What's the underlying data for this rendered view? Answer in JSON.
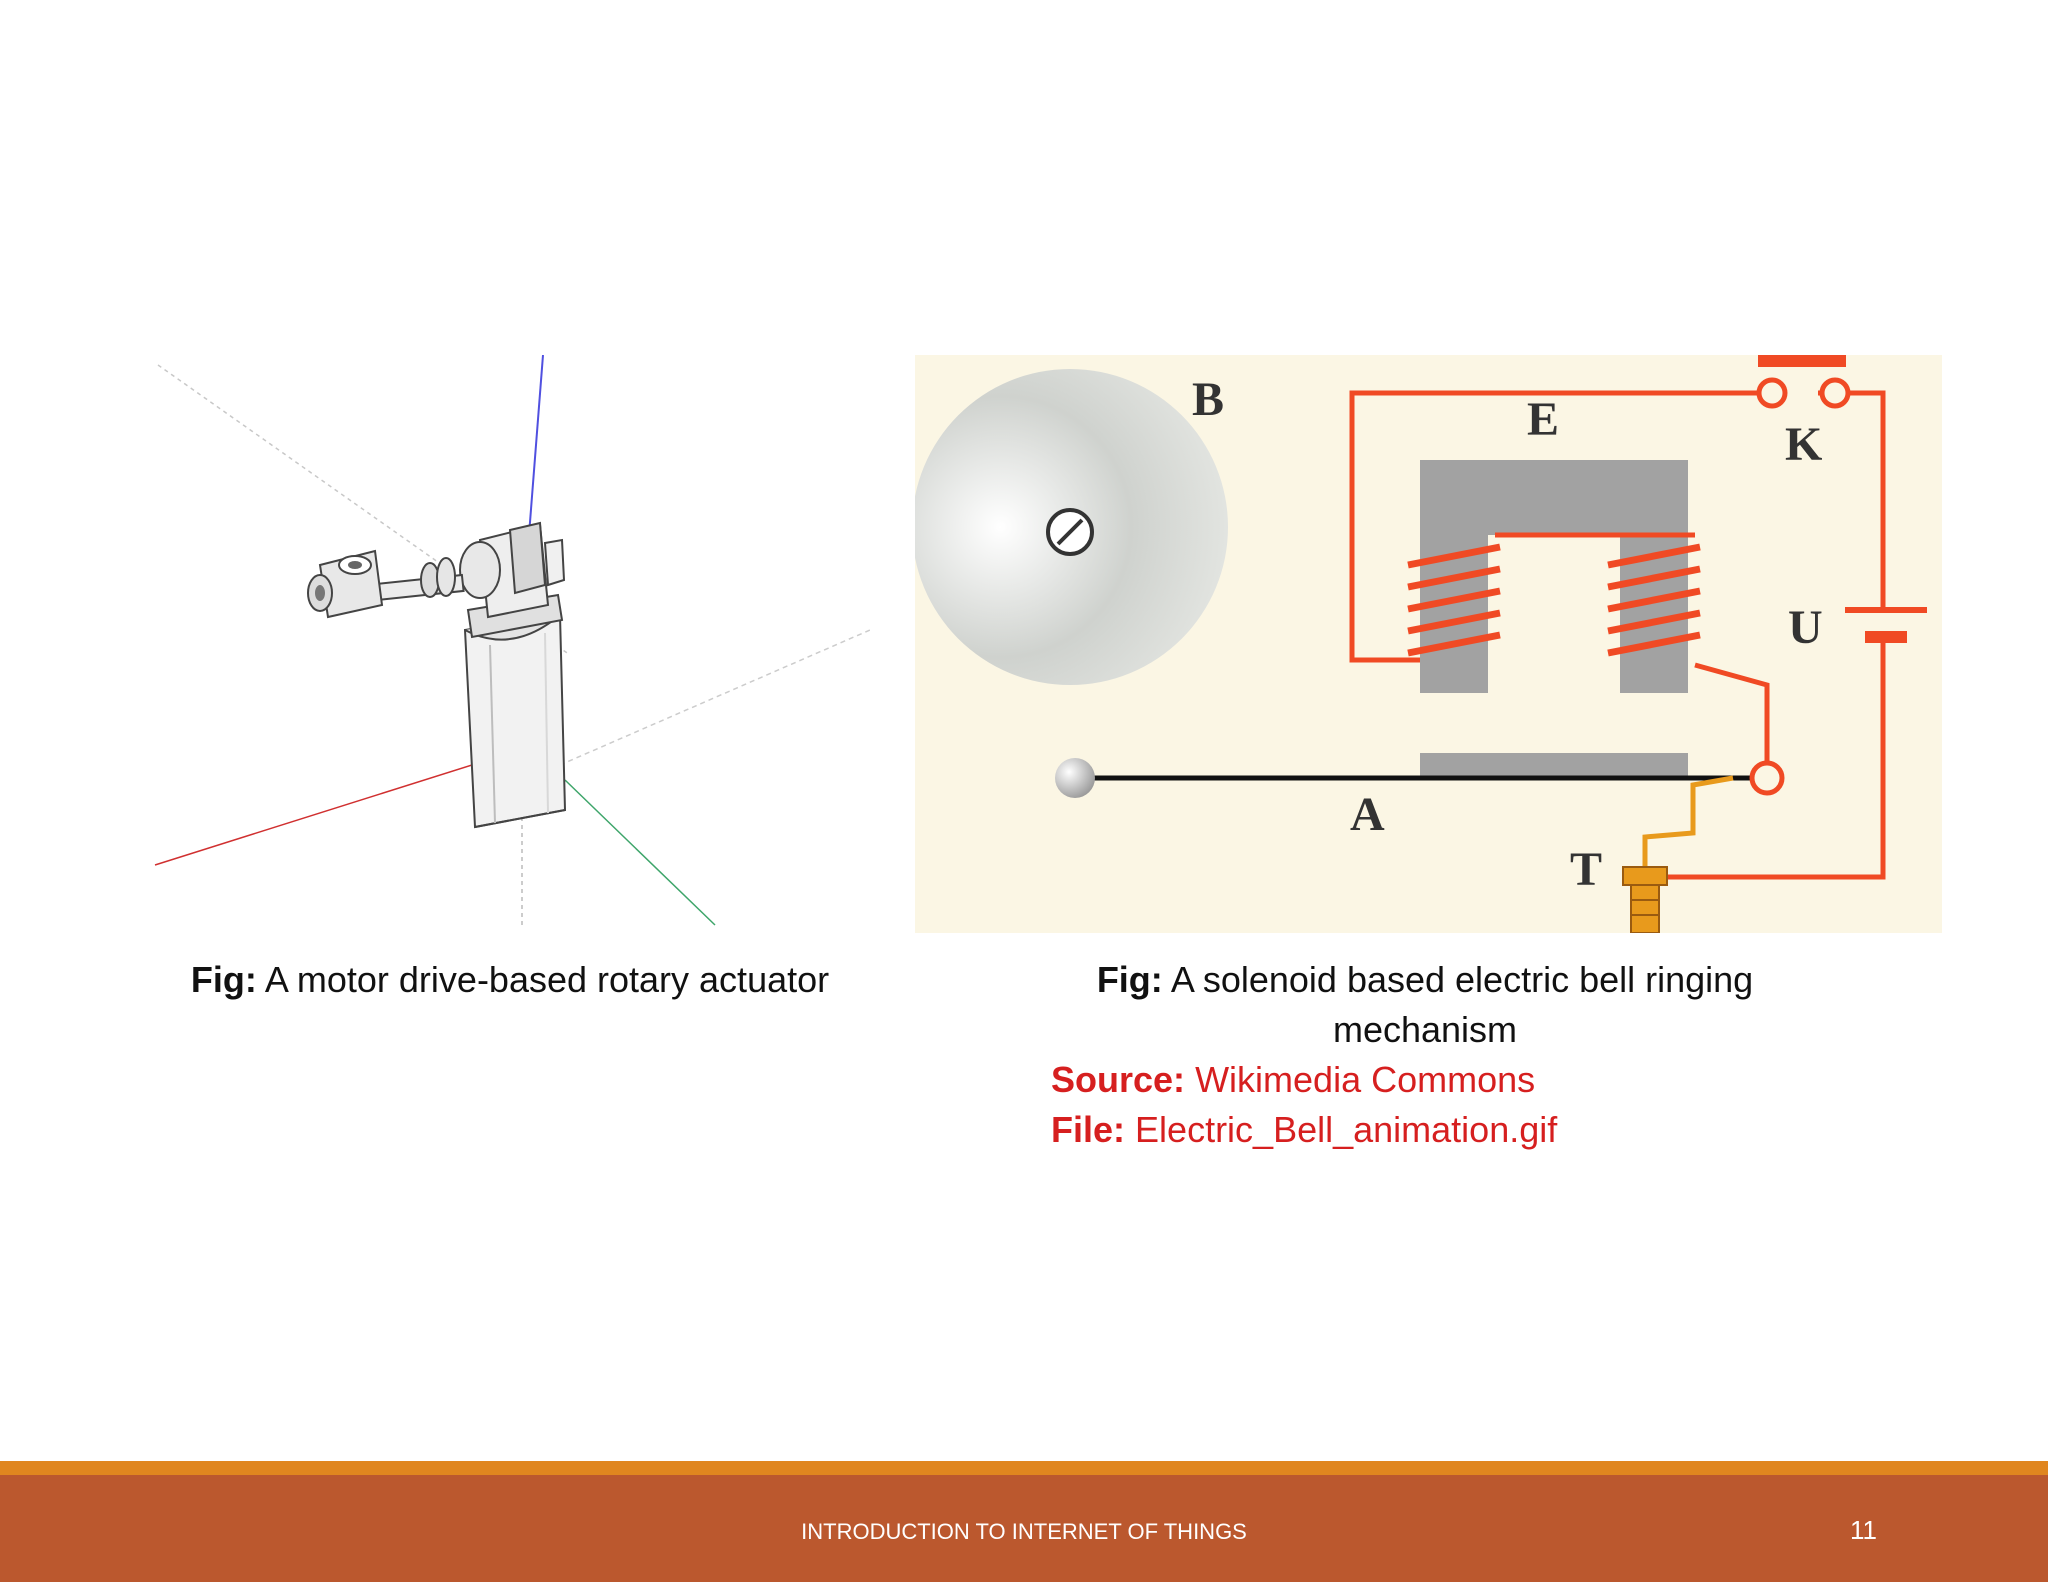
{
  "left_figure": {
    "caption_prefix": "Fig:",
    "caption_text": "A motor drive-based rotary actuator"
  },
  "right_figure": {
    "caption_prefix": "Fig:",
    "caption_text": "A solenoid based electric bell ringing mechanism",
    "labels": {
      "bell": "B",
      "electromagnet": "E",
      "key": "K",
      "battery": "U",
      "armature": "A",
      "terminal": "T"
    }
  },
  "source": {
    "source_label": "Source:",
    "source_value": "Wikimedia Commons",
    "file_label": "File:",
    "file_value": "Electric_Bell_animation.gif"
  },
  "footer": {
    "title": "INTRODUCTION TO INTERNET OF THINGS",
    "page_number": "11"
  },
  "colors": {
    "footer_bar": "#bb582e",
    "footer_stripe": "#e0861f",
    "source_text": "#d61f1f",
    "circuit_wire": "#f04a24",
    "diagram_background": "#fbf6e4"
  }
}
